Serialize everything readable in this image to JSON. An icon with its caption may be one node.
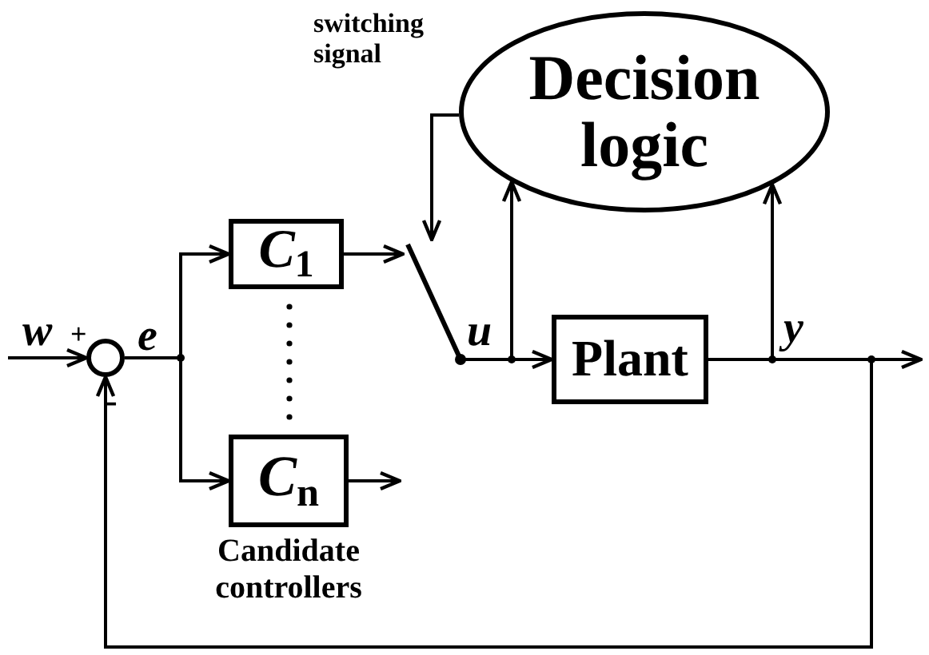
{
  "diagram": {
    "nodes": [
      {
        "text": [
          "Decision logic"
        ]
      },
      {
        "text": [],
        "shape": "circle"
      },
      {
        "text": [
          "*C*$_{1}$"
        ]
      },
      {
        "text": [
          "*C*$_{n}$"
        ],
        "beside": [
          "Candidate controllers"
        ]
      },
      {
        "text": [],
        "shape": "switch"
      },
      {
        "text": [
          "Plant"
        ]
      }
    ],
    "edges": [
      {
        "from": null,
        "to": 1,
        "arrow": "to"
      },
      {
        "from": 1,
        "to": 2,
        "arrow": "to"
      },
      {
        "from": 1,
        "to": 3,
        "arrow": "to"
      },
      {
        "from": 2,
        "to": 4,
        "arrow": "to"
      },
      {
        "from": 3,
        "to": null,
        "arrow": "to"
      },
      {
        "from": 0,
        "to": 4,
        "arrow": "to",
        "label": "switching signal"
      },
      {
        "from": 4,
        "to": 5,
        "arrow": "to"
      },
      {
        "from": 4,
        "to": 0,
        "arrow": "to"
      },
      {
        "from": 5,
        "to": 0,
        "arrow": "to"
      },
      {
        "from": 5,
        "to": null,
        "arrow": "to"
      },
      {
        "from": 5,
        "to": 1,
        "arrow": "to"
      }
    ],
    "labels": [
      "w",
      "+",
      "e",
      "-",
      "u",
      "y"
    ]
  }
}
